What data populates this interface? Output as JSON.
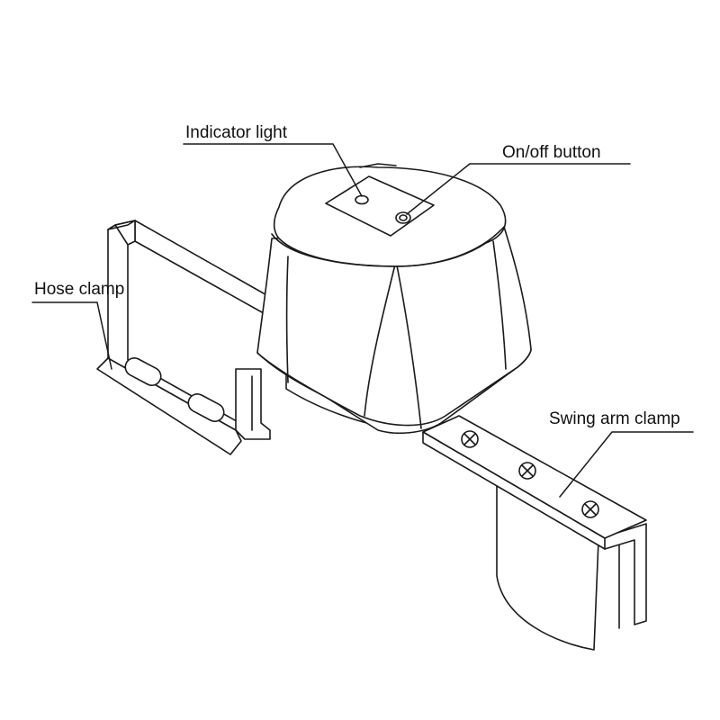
{
  "labels": {
    "indicator_light": "Indicator light",
    "on_off_button": "On/off button",
    "hose_clamp": "Hose clamp",
    "swing_arm_clamp": "Swing arm clamp"
  },
  "colors": {
    "line": "#1a1a1a",
    "fill": "#ffffff",
    "background": "#ffffff"
  }
}
